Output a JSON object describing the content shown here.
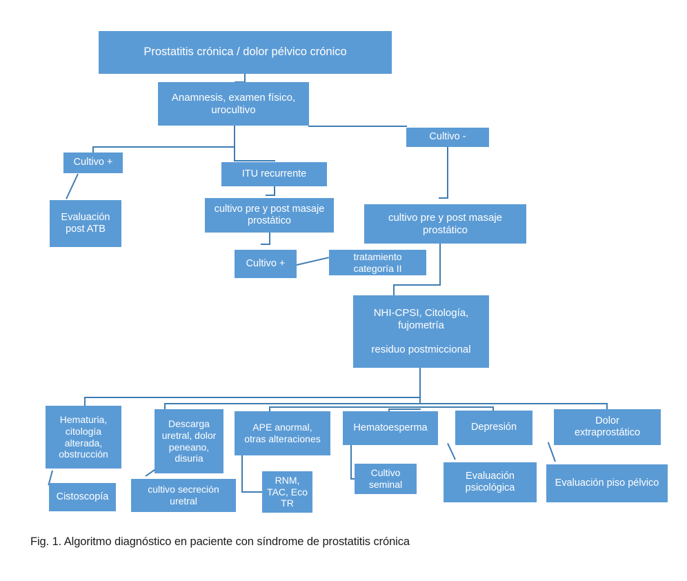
{
  "figure": {
    "caption": "Fig. 1. Algoritmo diagnóstico en paciente con síndrome de prostatitis crónica",
    "box_fill_color": "#5B9BD5",
    "connector_color": "#3E7CB1",
    "text_color": "#FFFFFF",
    "background_color": "#FFFFFF"
  },
  "nodes": {
    "root": "Prostatitis crónica / dolor pélvico crónico",
    "anamnesis": "Anamnesis, examen físico,\nurocultivo",
    "cultivo_pos_1": "Cultivo +",
    "evaluacion_post_atb": "Evaluación\npost ATB",
    "itu_recurrente": "ITU recurrente",
    "cultivo_masaje_izq": "cultivo pre y post masaje\nprostático",
    "cultivo_neg": "Cultivo -",
    "cultivo_masaje_der": "cultivo pre y post masaje\nprostático",
    "cultivo_pos_2": "Cultivo  +",
    "tratamiento_cat2": "tratamiento\ncategoría  II",
    "nhi_cpsi": "NHI-CPSI, Citología,\nfujometría\n\nresiduo postmiccional",
    "hematuria": "Hematuria,\ncitología\nalterada,\nobstrucción",
    "cistoscopia": "Cistoscopía",
    "descarga_uretral": "Descarga\nuretral, dolor\npeneano,\ndisuria",
    "cultivo_secrecion": "cultivo secreción\nuretral",
    "ape_anormal": "APE anormal,\notras alteraciones",
    "rnm_tac_eco": "RNM,\nTAC, Eco\nTR",
    "hematoesperma": "Hematoesperma",
    "cultivo_seminal": "Cultivo\nseminal",
    "depresion": "Depresión",
    "evaluacion_psicologica": "Evaluación\npsicológica",
    "dolor_extraprostatico": "Dolor\nextraprostático",
    "evaluacion_piso_pelvico": "Evaluación piso pélvico"
  },
  "chart_data": {
    "type": "diagram-flowchart",
    "title": "Algoritmo diagnóstico en paciente con síndrome de prostatitis crónica",
    "orientation": "top-down",
    "levels": [
      [
        "Prostatitis crónica / dolor pélvico crónico"
      ],
      [
        "Anamnesis, examen físico, urocultivo"
      ],
      [
        "Cultivo +",
        "ITU recurrente",
        "Cultivo -"
      ],
      [
        "Evaluación post ATB",
        "cultivo pre y post masaje prostático",
        "cultivo pre y post masaje prostático"
      ],
      [
        "Cultivo  +",
        "tratamiento categoría  II"
      ],
      [
        "NHI-CPSI, Citología, fujometría, residuo postmiccional"
      ],
      [
        "Hematuria, citología alterada, obstrucción",
        "Descarga uretral, dolor peneano, disuria",
        "APE anormal, otras alteraciones",
        "Hematoesperma",
        "Depresión",
        "Dolor extraprostático"
      ],
      [
        "Cistoscopía",
        "cultivo secreción uretral",
        "RNM, TAC, Eco TR",
        "Cultivo seminal",
        "Evaluación psicológica",
        "Evaluación piso pélvico"
      ]
    ],
    "edges": [
      {
        "from": "Prostatitis crónica / dolor pélvico crónico",
        "to": "Anamnesis, examen físico, urocultivo"
      },
      {
        "from": "Anamnesis, examen físico, urocultivo",
        "to": "Cultivo +"
      },
      {
        "from": "Anamnesis, examen físico, urocultivo",
        "to": "ITU recurrente"
      },
      {
        "from": "Anamnesis, examen físico, urocultivo",
        "to": "Cultivo -"
      },
      {
        "from": "Cultivo +",
        "to": "Evaluación post ATB"
      },
      {
        "from": "ITU recurrente",
        "to": "cultivo pre y post masaje prostático"
      },
      {
        "from": "cultivo pre y post masaje prostático",
        "to": "Cultivo  +"
      },
      {
        "from": "Cultivo  +",
        "to": "tratamiento categoría  II"
      },
      {
        "from": "Cultivo -",
        "to": "cultivo pre y post masaje prostático"
      },
      {
        "from": "cultivo pre y post masaje prostático",
        "to": "NHI-CPSI, Citología, fujometría, residuo postmiccional"
      },
      {
        "from": "tratamiento categoría  II",
        "to": "NHI-CPSI, Citología, fujometría, residuo postmiccional"
      },
      {
        "from": "NHI-CPSI, Citología, fujometría, residuo postmiccional",
        "to": "Hematuria, citología alterada, obstrucción"
      },
      {
        "from": "NHI-CPSI, Citología, fujometría, residuo postmiccional",
        "to": "Descarga uretral, dolor peneano, disuria"
      },
      {
        "from": "NHI-CPSI, Citología, fujometría, residuo postmiccional",
        "to": "APE anormal, otras alteraciones"
      },
      {
        "from": "NHI-CPSI, Citología, fujometría, residuo postmiccional",
        "to": "Hematoesperma"
      },
      {
        "from": "NHI-CPSI, Citología, fujometría, residuo postmiccional",
        "to": "Depresión"
      },
      {
        "from": "NHI-CPSI, Citología, fujometría, residuo postmiccional",
        "to": "Dolor extraprostático"
      },
      {
        "from": "Hematuria, citología alterada, obstrucción",
        "to": "Cistoscopía"
      },
      {
        "from": "Descarga uretral, dolor peneano, disuria",
        "to": "cultivo secreción uretral"
      },
      {
        "from": "APE anormal, otras alteraciones",
        "to": "RNM, TAC, Eco TR"
      },
      {
        "from": "Hematoesperma",
        "to": "Cultivo seminal"
      },
      {
        "from": "Depresión",
        "to": "Evaluación psicológica"
      },
      {
        "from": "Dolor extraprostático",
        "to": "Evaluación piso pélvico"
      }
    ]
  }
}
